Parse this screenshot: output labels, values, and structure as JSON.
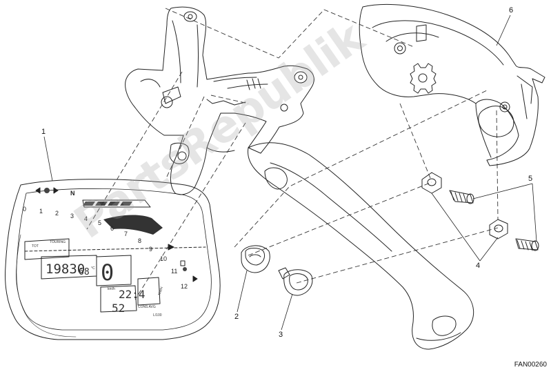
{
  "watermark": "PartsRepublik",
  "drawing_code": "FAN00260",
  "callouts": [
    "1",
    "2",
    "3",
    "4",
    "5",
    "6"
  ],
  "dashboard": {
    "gear_letter": "N",
    "rpm_scale": [
      "0",
      "1",
      "2",
      "3",
      "4",
      "5",
      "6",
      "7",
      "8",
      "9",
      "10",
      "11",
      "12"
    ],
    "tot_label": "TOT",
    "touring_label": "TOURING",
    "odometer": "19830",
    "temperature": "68",
    "temperature_unit": "°C",
    "speed": "0",
    "speed_unit": "km/h",
    "clock": "22:4",
    "cons_label": "CONS AVG",
    "cons_value": "52",
    "cons_unit": "L/100",
    "side_label": "KM/H"
  }
}
